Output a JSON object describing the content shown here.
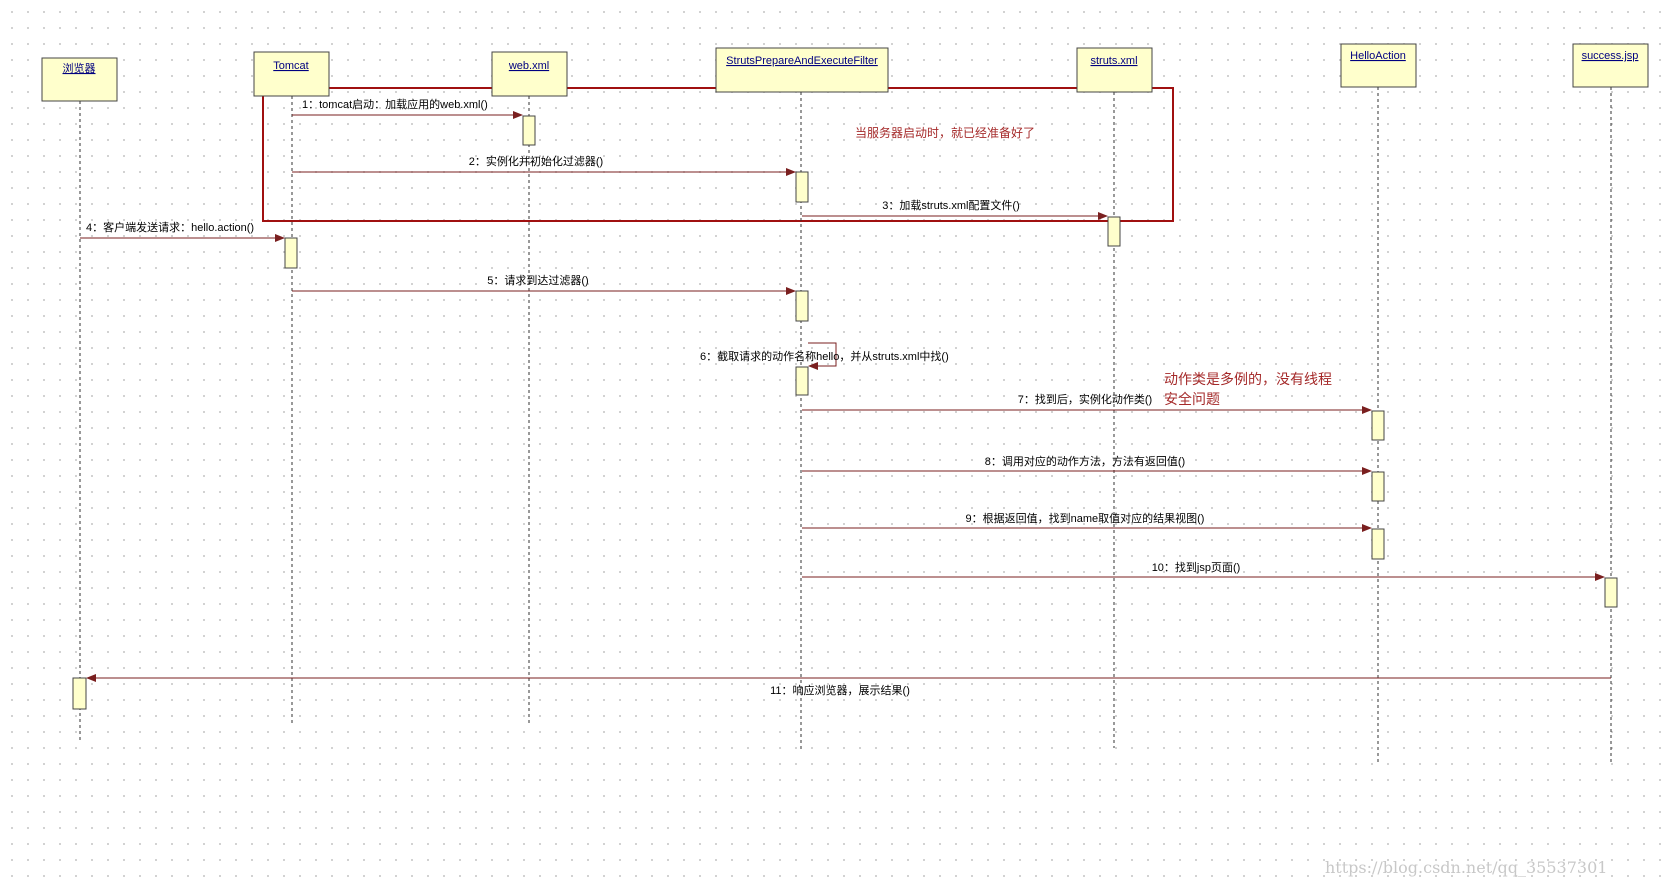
{
  "participants": [
    {
      "id": "browser",
      "label": "浏览器"
    },
    {
      "id": "tomcat",
      "label": "Tomcat"
    },
    {
      "id": "webxml",
      "label": "web.xml"
    },
    {
      "id": "filter",
      "label": "StrutsPrepareAndExecuteFilter"
    },
    {
      "id": "strutsxml",
      "label": "struts.xml"
    },
    {
      "id": "helloaction",
      "label": "HelloAction"
    },
    {
      "id": "successjsp",
      "label": "success.jsp"
    }
  ],
  "messages": [
    {
      "label": "1：tomcat启动：加载应用的web.xml()"
    },
    {
      "label": "2：实例化并初始化过滤器()"
    },
    {
      "label": "3：加载struts.xml配置文件()"
    },
    {
      "label": "4：客户端发送请求：hello.action()"
    },
    {
      "label": "5：请求到达过滤器()"
    },
    {
      "label": "6：截取请求的动作名称hello，并从struts.xml中找()"
    },
    {
      "label": "7：找到后，实例化动作类()"
    },
    {
      "label": "8：调用对应的动作方法，方法有返回值()"
    },
    {
      "label": "9：根据返回值，找到name取值对应的结果视图()"
    },
    {
      "label": "10：找到jsp页面()"
    },
    {
      "label": "11：响应浏览器，展示结果()"
    }
  ],
  "notes": {
    "startup": "当服务器启动时，就已经准备好了",
    "action_line1": "动作类是多例的，没有线程",
    "action_line2": "安全问题"
  },
  "watermark": "https://blog.csdn.net/qq_35537301",
  "colors": {
    "box_fill": "#ffffcc",
    "message_line": "#7a1f1f",
    "highlight": "#a01010",
    "note_text": "#a52a2a"
  }
}
